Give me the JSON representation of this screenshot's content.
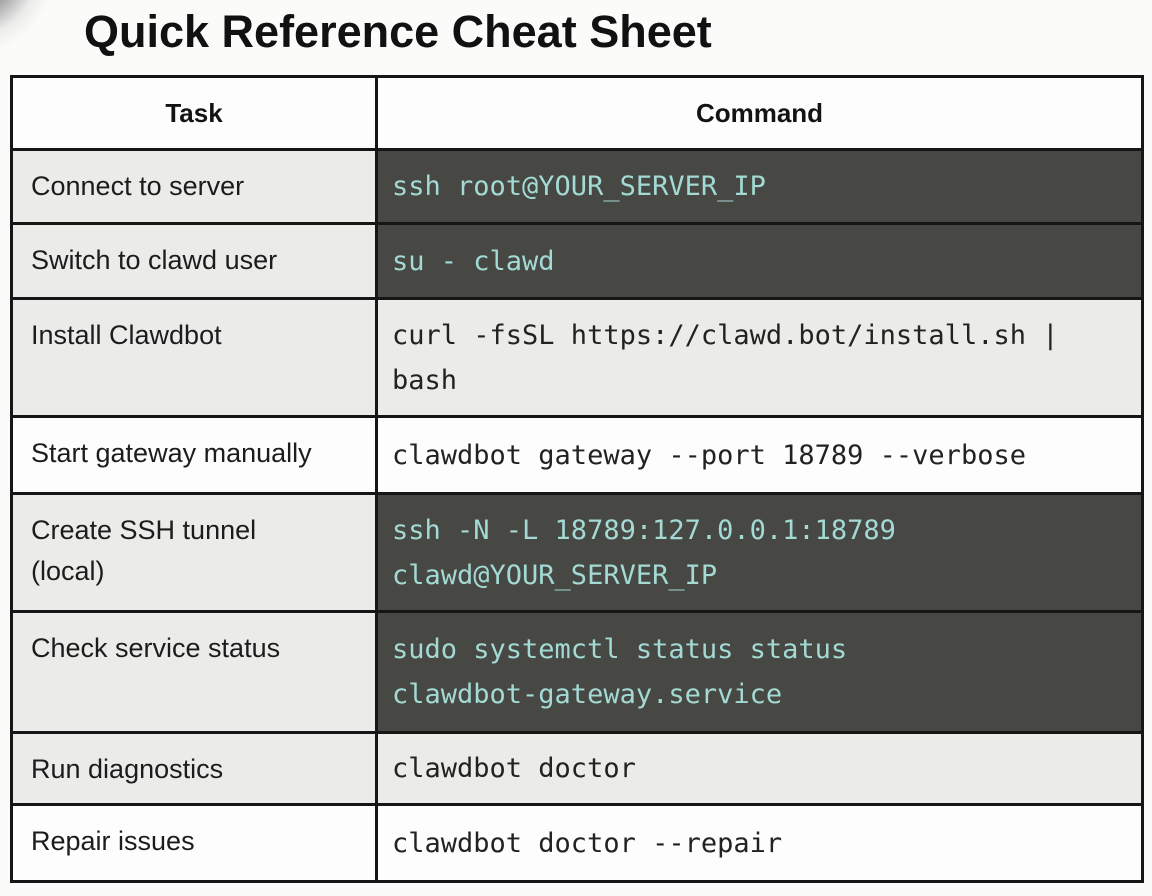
{
  "page": {
    "title": "Quick Reference Cheat Sheet"
  },
  "colors": {
    "command_highlight_bg": "#474744",
    "command_highlight_text": "#a3dad3",
    "row_shaded_bg": "#ebebe9",
    "row_plain_bg": "#fdfdfd",
    "table_border": "#161616",
    "title_text": "#111111"
  },
  "table": {
    "headers": {
      "task": "Task",
      "command": "Command"
    },
    "rows": [
      {
        "task": "Connect to server",
        "command": "ssh root@YOUR_SERVER_IP"
      },
      {
        "task": "Switch to clawd user",
        "command": "su - clawd"
      },
      {
        "task": "Install Clawdbot",
        "command": "curl -fsSL https://clawd.bot/install.sh |\nbash"
      },
      {
        "task": "Start gateway manually",
        "command": "clawdbot gateway --port 18789 --verbose"
      },
      {
        "task": "Create SSH tunnel\n(local)",
        "command": "ssh -N -L 18789:127.0.0.1:18789\nclawd@YOUR_SERVER_IP"
      },
      {
        "task": "Check service status",
        "command": "sudo systemctl status status\nclawdbot-gateway.service"
      },
      {
        "task": "Run diagnostics",
        "command": "clawdbot doctor"
      },
      {
        "task": "Repair issues",
        "command": "clawdbot doctor --repair"
      }
    ]
  }
}
